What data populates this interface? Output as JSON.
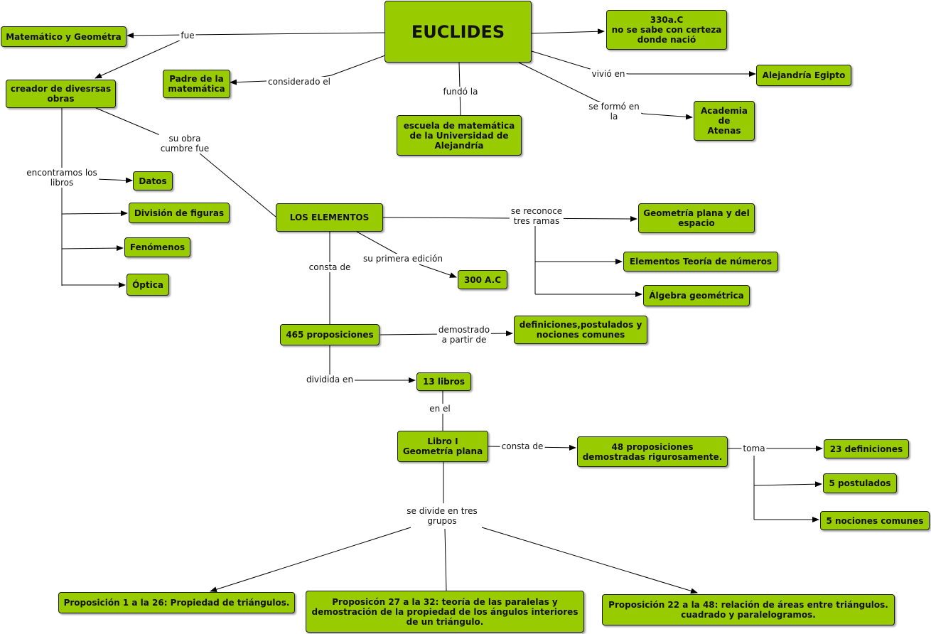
{
  "colors": {
    "node_fill": "#99cc00",
    "node_border": "#1a1a1a",
    "line": "#000000"
  },
  "nodes": {
    "euclides": "EUCLIDES",
    "matematico": "Matemático y Geométra",
    "fecha": "330a.C\nno se sabe con certeza\ndonde nació",
    "padre": "Padre de la\nmatemática",
    "alejandria": "Alejandría Egipto",
    "creador": "creador de divesrsas\nobras",
    "escuela": "escuela de matemática\nde la Universidad de\nAlejandría",
    "academia": "Academia\nde\nAtenas",
    "datos": "Datos",
    "division": "División de figuras",
    "fenomenos": "Fenómenos",
    "optica": "Óptica",
    "elementos": "LOS ELEMENTOS",
    "geometria": "Geometría plana y del\nespacio",
    "teoria": "Elementos Teoría de números",
    "algebra": "Álgebra geométrica",
    "a300": "300 A.C",
    "prop465": "465 proposiciones",
    "definiciones": "definiciones,postulados y\nnociones comunes",
    "libros13": "13 libros",
    "libro1": "Libro I\nGeometría plana",
    "prop48": "48 proposiciones\ndemostradas rigurosamente.",
    "def23": "23 definiciones",
    "post5": "5 postulados",
    "nociones5": "5 nociones comunes",
    "grupo1": "Proposición 1 a la 26: Propiedad de triángulos.",
    "grupo2": "Proposicón 27 a la 32: teoría de las paralelas y\ndemostración de la propiedad de los ángulos interiores\nde un triángulo.",
    "grupo3": "Proposición 22 a la 48: relación de áreas entre triángulos.\ncuadrado y paralelogramos."
  },
  "links": {
    "fue": "fue",
    "considerado": "considerado el",
    "fundo": "fundó la",
    "vivio": "vivió en",
    "formo": "se formó en\nla",
    "obra": "su obra\ncumbre fue",
    "encontramos": "encontramos los\nlibros",
    "reconoce": "se reconoce\ntres ramas",
    "primera": "su primera edición",
    "consta1": "consta de",
    "demostrado": "demostrado\na partir de",
    "dividida": "dividida en",
    "enel": "en el",
    "consta2": "consta de",
    "toma": "toma",
    "divide": "se divide en tres\ngrupos"
  }
}
